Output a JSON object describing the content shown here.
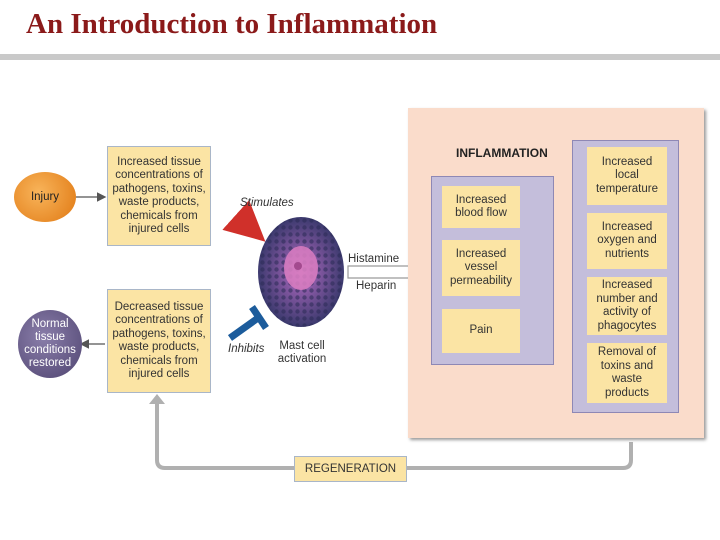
{
  "title": "An Introduction to Inflammation",
  "injury_label": "Injury",
  "normal_label": "Normal tissue conditions restored",
  "increased_box": "Increased tissue concentrations of pathogens, toxins, waste products, chemicals from injured cells",
  "decreased_box": "Decreased tissue concentrations of pathogens, toxins, waste products, chemicals from injured cells",
  "stimulates": "Stimulates",
  "inhibits": "Inhibits",
  "mast_cell": "Mast cell activation",
  "histamine": "Histamine",
  "heparin": "Heparin",
  "inflammation_title": "INFLAMMATION",
  "effects": [
    "Increased blood flow",
    "Increased vessel permeability",
    "Pain"
  ],
  "outcomes": [
    "Increased local temperature",
    "Increased oxygen and nutrients",
    "Increased number and activity of phagocytes",
    "Removal of toxins and waste products"
  ],
  "regeneration": "REGENERATION",
  "colors": {
    "title": "#8b1a1a",
    "box": "#fbe4a4",
    "panel": "#fadccb",
    "column": "#c4bedb",
    "injury": "#f08a1e",
    "normal": "#6a5d8a",
    "stimulate_arrow": "#d0302a",
    "inhibit_bar": "#1c5c9c"
  }
}
